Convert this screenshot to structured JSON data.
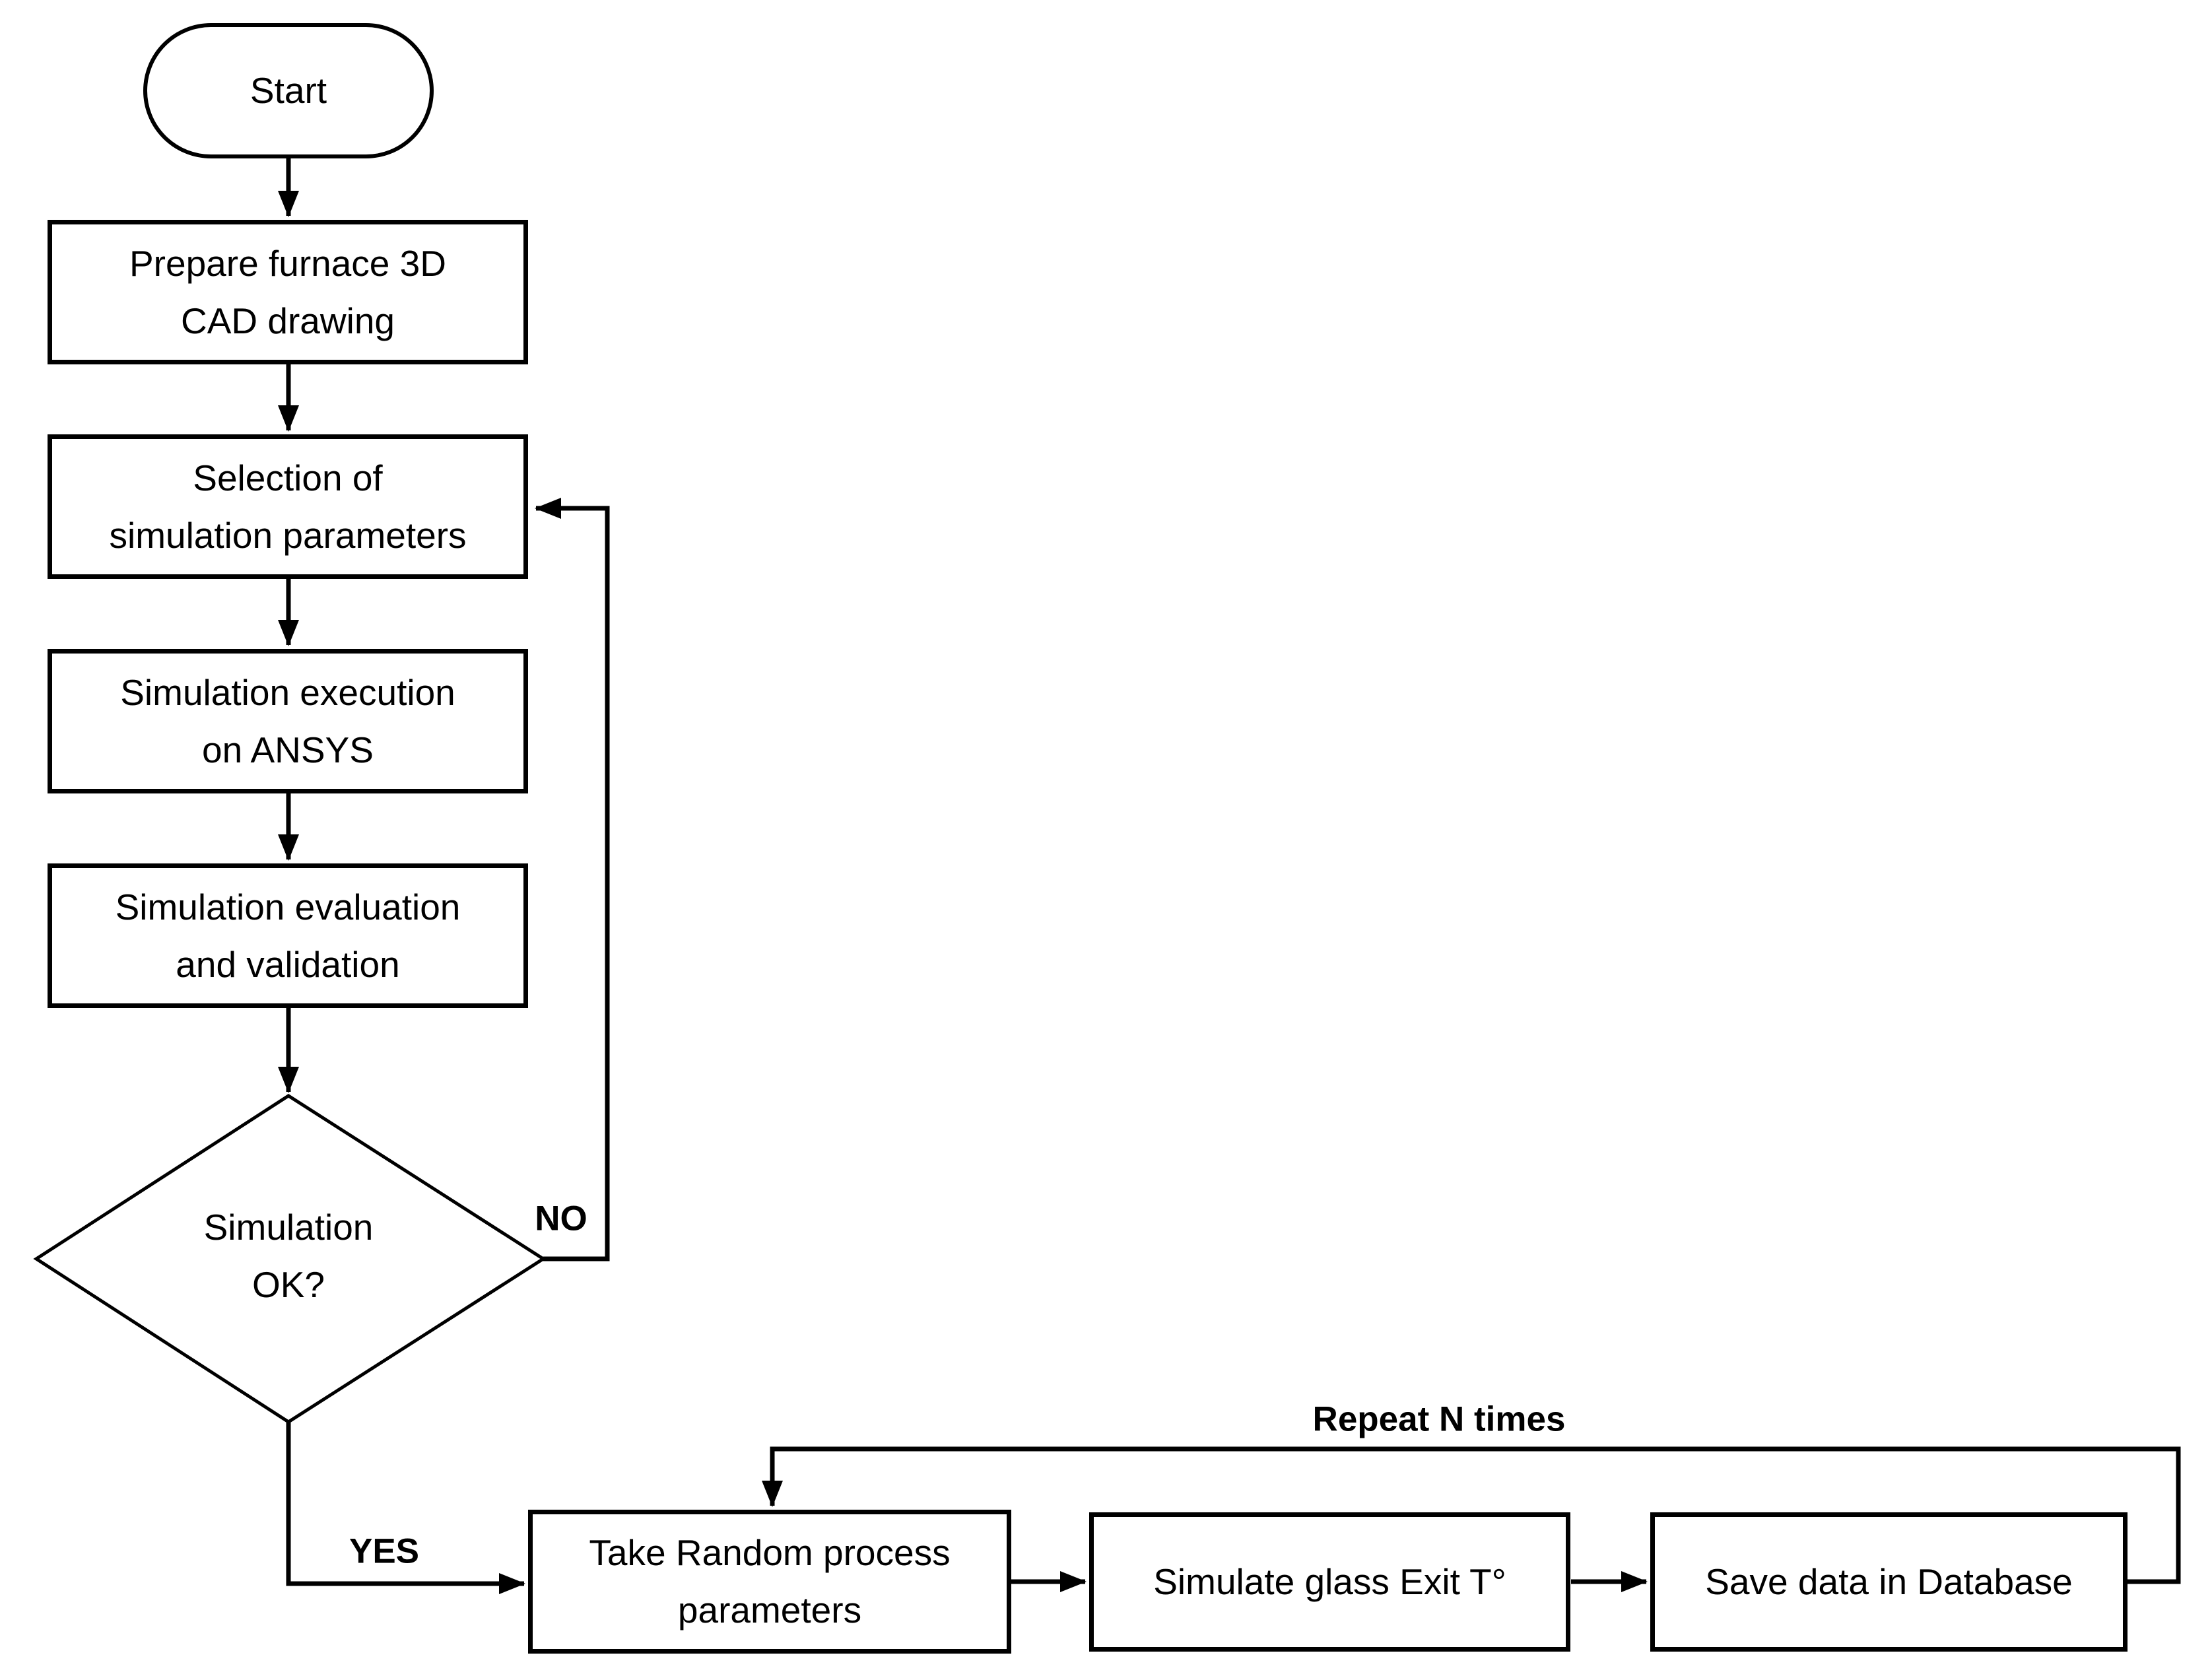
{
  "diagram": {
    "background": "#ffffff",
    "stroke_color": "#000000",
    "nodes": {
      "start": {
        "type": "terminator",
        "label": "Start"
      },
      "prepare_cad": {
        "type": "process",
        "label": "Prepare furnace 3D\nCAD drawing"
      },
      "select_params": {
        "type": "process",
        "label": "Selection of\nsimulation parameters"
      },
      "sim_exec": {
        "type": "process",
        "label": "Simulation execution\non ANSYS"
      },
      "sim_eval": {
        "type": "process",
        "label": "Simulation evaluation\nand validation"
      },
      "sim_ok": {
        "type": "decision",
        "label": "Simulation\nOK?"
      },
      "take_random": {
        "type": "process",
        "label": "Take Random process\nparameters"
      },
      "simulate_exit": {
        "type": "process",
        "label": "Simulate glass Exit T°"
      },
      "save_db": {
        "type": "process",
        "label": "Save data in Database"
      }
    },
    "edge_labels": {
      "no": "NO",
      "yes": "YES",
      "repeat": "Repeat N times"
    },
    "edges": [
      {
        "from": "start",
        "to": "prepare_cad"
      },
      {
        "from": "prepare_cad",
        "to": "select_params"
      },
      {
        "from": "select_params",
        "to": "sim_exec"
      },
      {
        "from": "sim_exec",
        "to": "sim_eval"
      },
      {
        "from": "sim_eval",
        "to": "sim_ok"
      },
      {
        "from": "sim_ok",
        "to": "select_params",
        "label_key": "no"
      },
      {
        "from": "sim_ok",
        "to": "take_random",
        "label_key": "yes"
      },
      {
        "from": "take_random",
        "to": "simulate_exit"
      },
      {
        "from": "simulate_exit",
        "to": "save_db"
      },
      {
        "from": "save_db",
        "to": "take_random",
        "label_key": "repeat"
      }
    ]
  }
}
